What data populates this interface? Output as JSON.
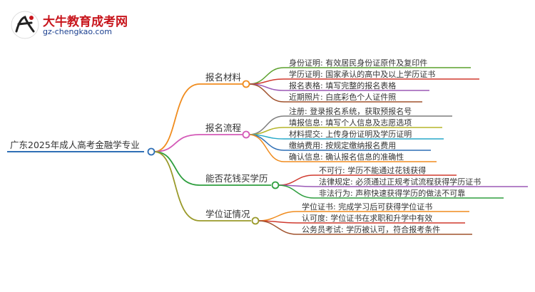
{
  "logo": {
    "title": "大牛教育成考网",
    "url": "gz-chengkao.com"
  },
  "root": {
    "label": "广东2025年成人高考金融学专业",
    "color": "#2f6fb5"
  },
  "branches": [
    {
      "label": "报名材料",
      "color": "#f08c1e",
      "children": [
        {
          "label": "身份证明: 有效居民身份证原件及复印件",
          "color": "#5aa02c"
        },
        {
          "label": "学历证明: 国家承认的高中及以上学历证书",
          "color": "#d03a2f"
        },
        {
          "label": "报名表格: 填写完整的报名表格",
          "color": "#9b59b6"
        },
        {
          "label": "近期照片: 白底彩色个人证件照",
          "color": "#a0522d"
        }
      ]
    },
    {
      "label": "报名流程",
      "color": "#d45bb8",
      "children": [
        {
          "label": "注册: 登录报名系统，获取预报名号",
          "color": "#7f7f7f"
        },
        {
          "label": "填报信息: 填写个人信息及志愿选项",
          "color": "#b5b52a"
        },
        {
          "label": "材料提交: 上传身份证明及学历证明",
          "color": "#27a9c8"
        },
        {
          "label": "缴纳费用: 按规定缴纳报名费用",
          "color": "#2f6fb5"
        },
        {
          "label": "确认信息: 确认报名信息的准确性",
          "color": "#f08c1e"
        }
      ]
    },
    {
      "label": "能否花钱买学历",
      "color": "#2e9e3e",
      "children": [
        {
          "label": "不可行: 学历不能通过花钱获得",
          "color": "#d03a2f"
        },
        {
          "label": "法律规定: 必须通过正规考试流程获得学历证书",
          "color": "#9b59b6"
        },
        {
          "label": "非法行为: 声称快速获得学历的做法不可靠",
          "color": "#2e9e3e"
        }
      ]
    },
    {
      "label": "学位证情况",
      "color": "#9a9a2a",
      "children": [
        {
          "label": "学位证书: 完成学习后可获得学位证书",
          "color": "#f08c1e"
        },
        {
          "label": "认可度: 学位证书在求职和升学中有效",
          "color": "#d03a2f"
        },
        {
          "label": "公务员考试: 学历被认可，符合报考条件",
          "color": "#a0522d"
        }
      ]
    }
  ]
}
